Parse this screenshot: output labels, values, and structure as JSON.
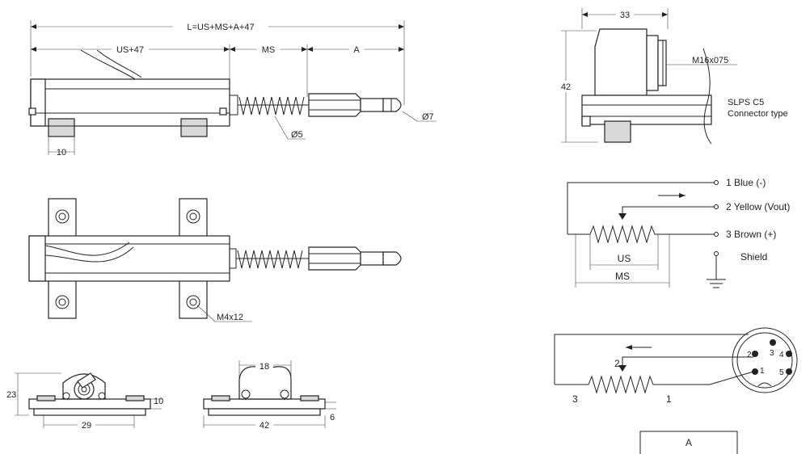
{
  "top_view": {
    "total_length": "L=US+MS+A+47",
    "us_dim": "US+47",
    "ms_dim": "MS",
    "a_dim": "A",
    "tip_dia": "Ø7",
    "spring_dia": "Ø5",
    "foot_width": "10"
  },
  "mid_view": {
    "screw": "M4x12"
  },
  "end_views": {
    "left_height": "23",
    "left_width": "29",
    "left_foot": "10",
    "right_top": "18",
    "right_width": "42",
    "right_foot": "6"
  },
  "connector": {
    "width": "33",
    "height": "42",
    "thread": "M16x075",
    "name_line1": "SLPS C5",
    "name_line2": "Connector type"
  },
  "schematic1": {
    "pin1": "1 Blue (-)",
    "pin2": "2 Yellow (Vout)",
    "pin3": "3 Brown (+)",
    "shield": "Shield",
    "us": "US",
    "ms": "MS"
  },
  "schematic2": {
    "label_2": "2",
    "label_3": "3",
    "label_1": "1",
    "pins": [
      "1",
      "2",
      "3",
      "4",
      "5"
    ],
    "box": "A"
  }
}
